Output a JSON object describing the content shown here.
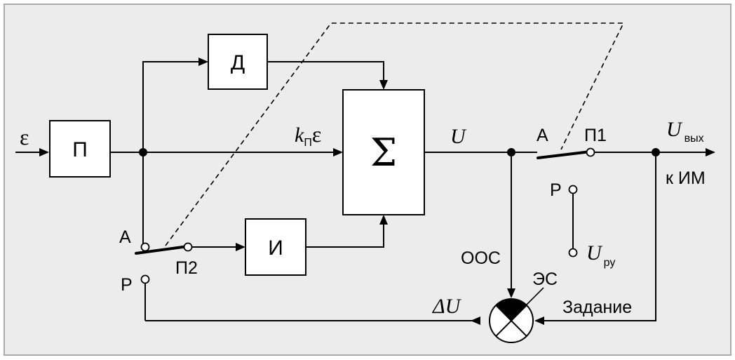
{
  "blocks": {
    "p": "П",
    "d": "Д",
    "i": "И",
    "sum": "Σ"
  },
  "signals": {
    "input": "ε",
    "k_main": "k",
    "k_sub": "П",
    "k_eps": "ε",
    "u": "U",
    "u_out_main": "U",
    "u_out_sub": "вых",
    "to_im": "к ИМ",
    "u_ru_main": "U",
    "u_ru_sub": "ру",
    "delta_u": "ΔU",
    "zadanie": "Задание",
    "oos": "ООС",
    "es": "ЭС"
  },
  "switches": {
    "p1": {
      "name": "П1",
      "pos_a": "А",
      "pos_r": "Р"
    },
    "p2": {
      "name": "П2",
      "pos_a": "А",
      "pos_r": "Р"
    }
  }
}
